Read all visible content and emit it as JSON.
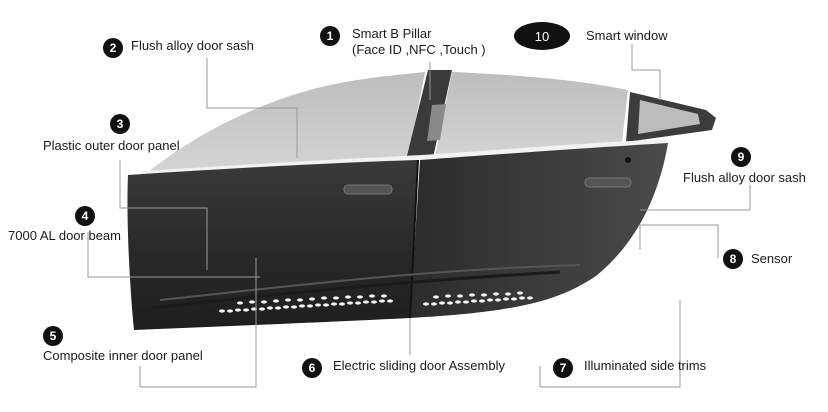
{
  "callouts": [
    {
      "num": "1",
      "line1": "Smart B Pillar",
      "line2": "(Face ID ,NFC ,Touch )"
    },
    {
      "num": "2",
      "line1": "Flush  alloy door sash"
    },
    {
      "num": "3",
      "line1": "Plastic outer door panel"
    },
    {
      "num": "4",
      "line1": "7000 AL door beam"
    },
    {
      "num": "5",
      "line1": "Composite inner door panel"
    },
    {
      "num": "6",
      "line1": "Electric sliding door Assembly"
    },
    {
      "num": "7",
      "line1": "Illuminated side trims"
    },
    {
      "num": "8",
      "line1": "Sensor"
    },
    {
      "num": "9",
      "line1": "Flush  alloy door sash"
    },
    {
      "num": "10",
      "line1": "Smart window"
    }
  ],
  "colors": {
    "badge": "#111111",
    "glass": "#c9c9c9",
    "door_body": "#2b2b2b",
    "trim_light": "#f4f4f4"
  }
}
